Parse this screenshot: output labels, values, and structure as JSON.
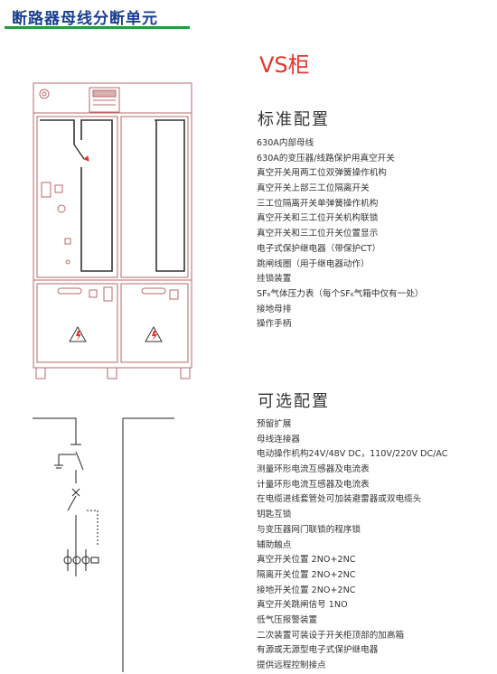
{
  "header": {
    "title": "断路器母线分断单元"
  },
  "model": "VS柜",
  "standard": {
    "title": "标准配置",
    "items": [
      "630A内部母线",
      "630A的变压器/线路保护用真空开关",
      "真空开关用两工位双弹簧操作机构",
      "真空开关上部三工位隔离开关",
      "三工位隔离开关单弹簧操作机构",
      "真空开关和三工位开关机构联锁",
      "真空开关和三工位开关位置显示",
      "电子式保护继电器（带保护CT）",
      "跳闸线圈（用于继电器动作）",
      "挂锁装置",
      "SF₆气体压力表（每个SF₆气箱中仅有一处）",
      "接地母排",
      "操作手柄"
    ]
  },
  "optional": {
    "title": "可选配置",
    "items": [
      "预留扩展",
      "母线连接器",
      "电动操作机构24V/48V DC，110V/220V DC/AC",
      "测量环形电流互感器及电流表",
      "计量环形电流互感器及电流表",
      "在电缆进线套管处可加装避雷器或双电缆头",
      "钥匙互锁",
      "与变压器网门联锁的程序锁",
      "辅助触点",
      "真空开关位置 2NO+2NC",
      "隔离开关位置 2NO+2NC",
      "接地开关位置 2NO+2NC",
      "真空开关跳闸信号 1NO",
      "低气压报警装置",
      "二次装置可装设于开关柜顶部的加高箱",
      "有源或无源型电子式保护继电器",
      "提供远程控制接点"
    ]
  },
  "colors": {
    "header_text": "#1a3f8f",
    "header_rule": "#2a9a3a",
    "model_text": "#e8332a",
    "cabinet_line": "#b86a6a"
  }
}
